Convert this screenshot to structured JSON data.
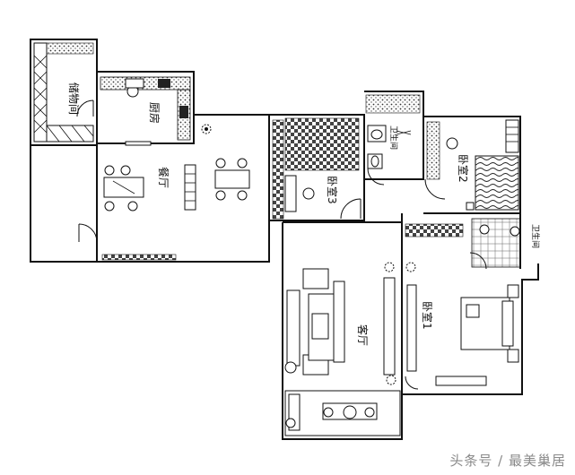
{
  "rooms": {
    "storage": "储物间",
    "kitchen": "厨房",
    "dining": "餐厅",
    "bedroom3": "卧室3",
    "toilet": "卫生间",
    "bedroom2": "卧室2",
    "living": "客厅",
    "bedroom1": "卧室1",
    "bath": "卫生间"
  },
  "watermark": {
    "source": "头条号",
    "separator": "/",
    "author": "最美巢居"
  },
  "colors": {
    "line": "#111111",
    "pattern": "#333333",
    "watermark": "#8a8a8a"
  }
}
